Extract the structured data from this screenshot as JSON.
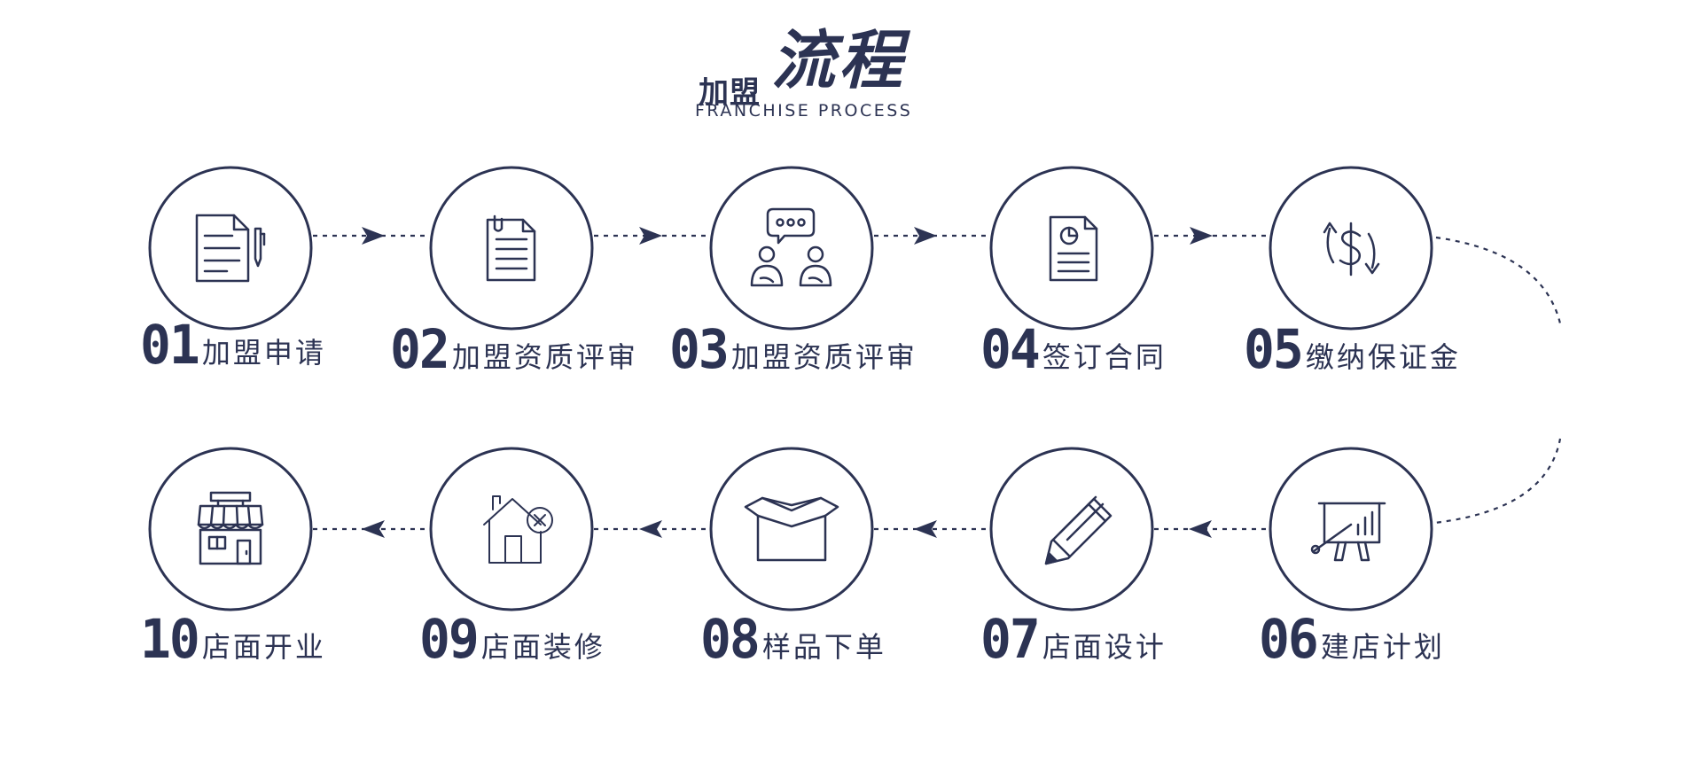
{
  "header": {
    "title_small": "加盟",
    "title_big": "流程",
    "title_en": "FRANCHISE PROCESS"
  },
  "colors": {
    "primary": "#2c3353",
    "background": "#ffffff"
  },
  "steps": [
    {
      "num": "01",
      "label": "加盟申请",
      "icon": "document-pen-icon"
    },
    {
      "num": "02",
      "label": "加盟资质评审",
      "icon": "clipboard-document-icon"
    },
    {
      "num": "03",
      "label": "加盟资质评审",
      "icon": "chat-people-icon"
    },
    {
      "num": "04",
      "label": "签订合同",
      "icon": "contract-chart-icon"
    },
    {
      "num": "05",
      "label": "缴纳保证金",
      "icon": "dollar-exchange-icon"
    },
    {
      "num": "06",
      "label": "建店计划",
      "icon": "presentation-board-icon"
    },
    {
      "num": "07",
      "label": "店面设计",
      "icon": "pencil-icon"
    },
    {
      "num": "08",
      "label": "样品下单",
      "icon": "open-box-icon"
    },
    {
      "num": "09",
      "label": "店面装修",
      "icon": "house-tools-icon"
    },
    {
      "num": "10",
      "label": "店面开业",
      "icon": "storefront-icon"
    }
  ]
}
